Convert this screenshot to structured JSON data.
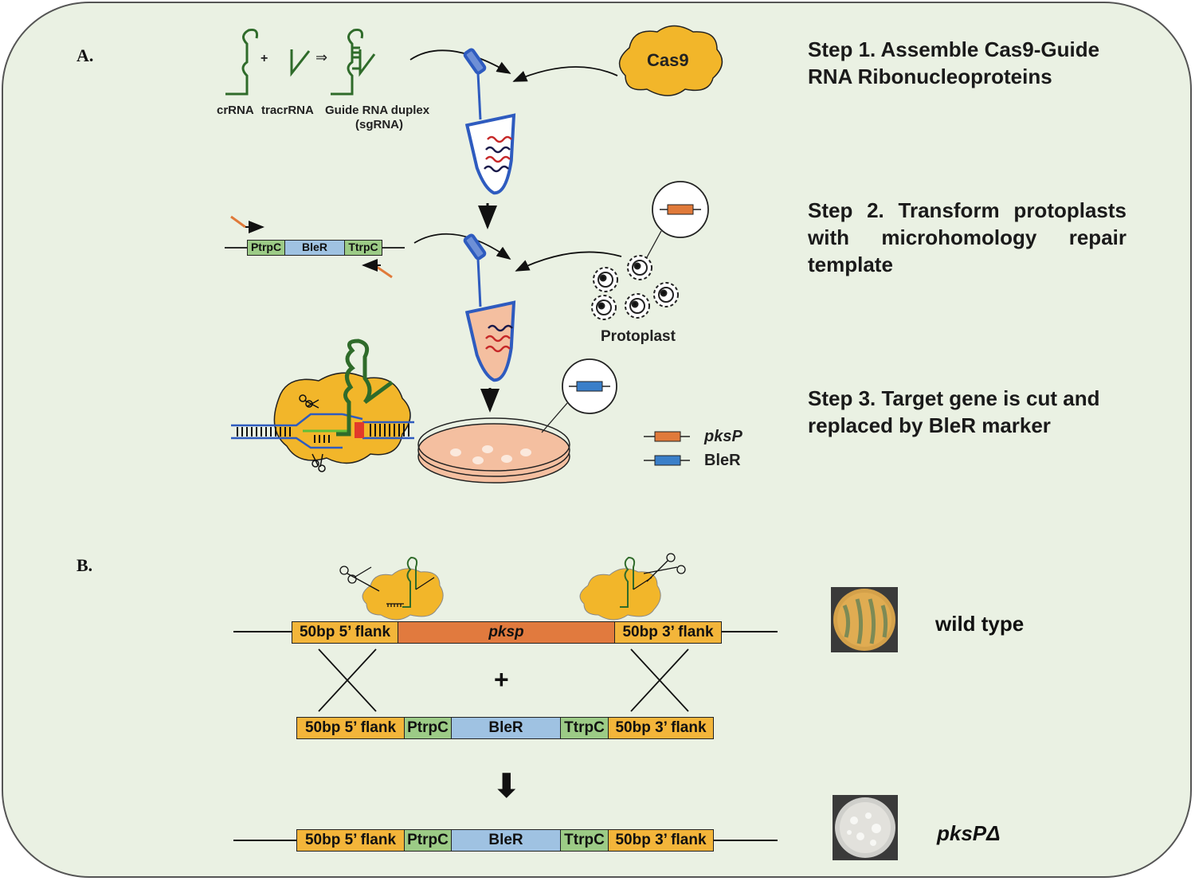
{
  "panel_labels": {
    "a": "A.",
    "b": "B."
  },
  "steps": {
    "step1": "Step 1. Assemble Cas9-Guide RNA Ribonucleoproteins",
    "step2": "Step 2. Transform protoplasts with microhomology repair template",
    "step3": "Step 3. Target gene is cut and replaced by BleR marker"
  },
  "rna": {
    "crrna": "crRNA",
    "tracrrna": "tracrRNA",
    "duplex_line1": "Guide RNA duplex",
    "duplex_line2": "(sgRNA)",
    "plus": "+",
    "arrow": "⇒"
  },
  "cas9": "Cas9",
  "protoplast": "Protoplast",
  "construct_a": {
    "ptrpc": "PtrpC",
    "bler": "BleR",
    "ttrpc": "TtrpC"
  },
  "legend": {
    "pksp": "pksP",
    "bler": "BleR"
  },
  "diagram_b": {
    "flank5": "50bp 5’ flank",
    "flank3": "50bp 3’ flank",
    "gene": "pksp",
    "ptrpc": "PtrpC",
    "bler": "BleR",
    "ttrpc": "TtrpC",
    "plus": "+",
    "down_arrow": "⬇",
    "wild_type": "wild type",
    "mutant": "pksPΔ"
  },
  "colors": {
    "panel_bg": "#eaf1e3",
    "flank": "#f3b53a",
    "gene": "#e17a3e",
    "ptrpc": "#9ccb86",
    "bler": "#9fc2e2",
    "cas9": "#f2b62a",
    "tube": "#2e5bbf",
    "guide_rna": "#2f6b2a"
  }
}
